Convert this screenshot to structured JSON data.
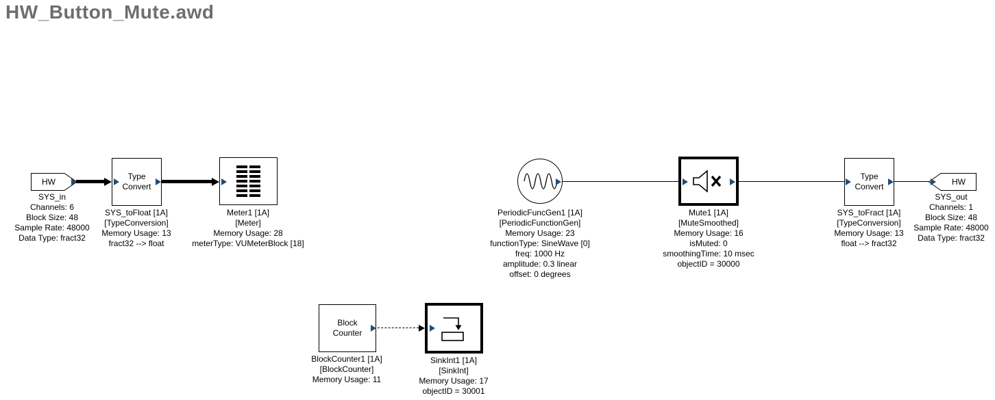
{
  "title": "HW_Button_Mute.awd",
  "colors": {
    "title_text": "#6e6e6e",
    "wire": "#000000",
    "pin": "#1f4e79",
    "block_border": "#000000",
    "background": "#ffffff"
  },
  "icons": {
    "meter": "vu-meter-icon",
    "generator": "sine-wave-icon",
    "mute": "mute-speaker-x-icon",
    "sink": "sink-arrow-icon"
  },
  "blocks": {
    "sys_in": {
      "tag": "HW",
      "caption": [
        "SYS_in",
        "Channels: 6",
        "Block Size: 48",
        "Sample Rate: 48000",
        "Data Type: fract32"
      ]
    },
    "sys_to_float": {
      "label": [
        "Type",
        "Convert"
      ],
      "caption": [
        "SYS_toFloat [1A]",
        "[TypeConversion]",
        "Memory Usage: 13",
        "fract32 --> float"
      ]
    },
    "meter1": {
      "caption": [
        "Meter1 [1A]",
        "[Meter]",
        "Memory Usage: 28",
        "meterType: VUMeterBlock [18]"
      ]
    },
    "periodic_func_gen1": {
      "caption": [
        "PeriodicFuncGen1 [1A]",
        "[PeriodicFunctionGen]",
        "Memory Usage: 23",
        "functionType: SineWave [0]",
        "freq: 1000 Hz",
        "amplitude: 0.3 linear",
        "offset: 0 degrees"
      ]
    },
    "mute1": {
      "caption": [
        "Mute1 [1A]",
        "[MuteSmoothed]",
        "Memory Usage: 16",
        "isMuted: 0",
        "smoothingTime: 10 msec",
        "objectID = 30000"
      ]
    },
    "sys_to_fract": {
      "label": [
        "Type",
        "Convert"
      ],
      "caption": [
        "SYS_toFract [1A]",
        "[TypeConversion]",
        "Memory Usage: 13",
        "float --> fract32"
      ]
    },
    "sys_out": {
      "tag": "HW",
      "caption": [
        "SYS_out",
        "Channels: 1",
        "Block Size: 48",
        "Sample Rate: 48000",
        "Data Type: fract32"
      ]
    },
    "block_counter1": {
      "label": [
        "Block",
        "Counter"
      ],
      "caption": [
        "BlockCounter1 [1A]",
        "[BlockCounter]",
        "Memory Usage: 11"
      ]
    },
    "sink_int1": {
      "caption": [
        "SinkInt1 [1A]",
        "[SinkInt]",
        "Memory Usage: 17",
        "objectID = 30001"
      ]
    }
  }
}
